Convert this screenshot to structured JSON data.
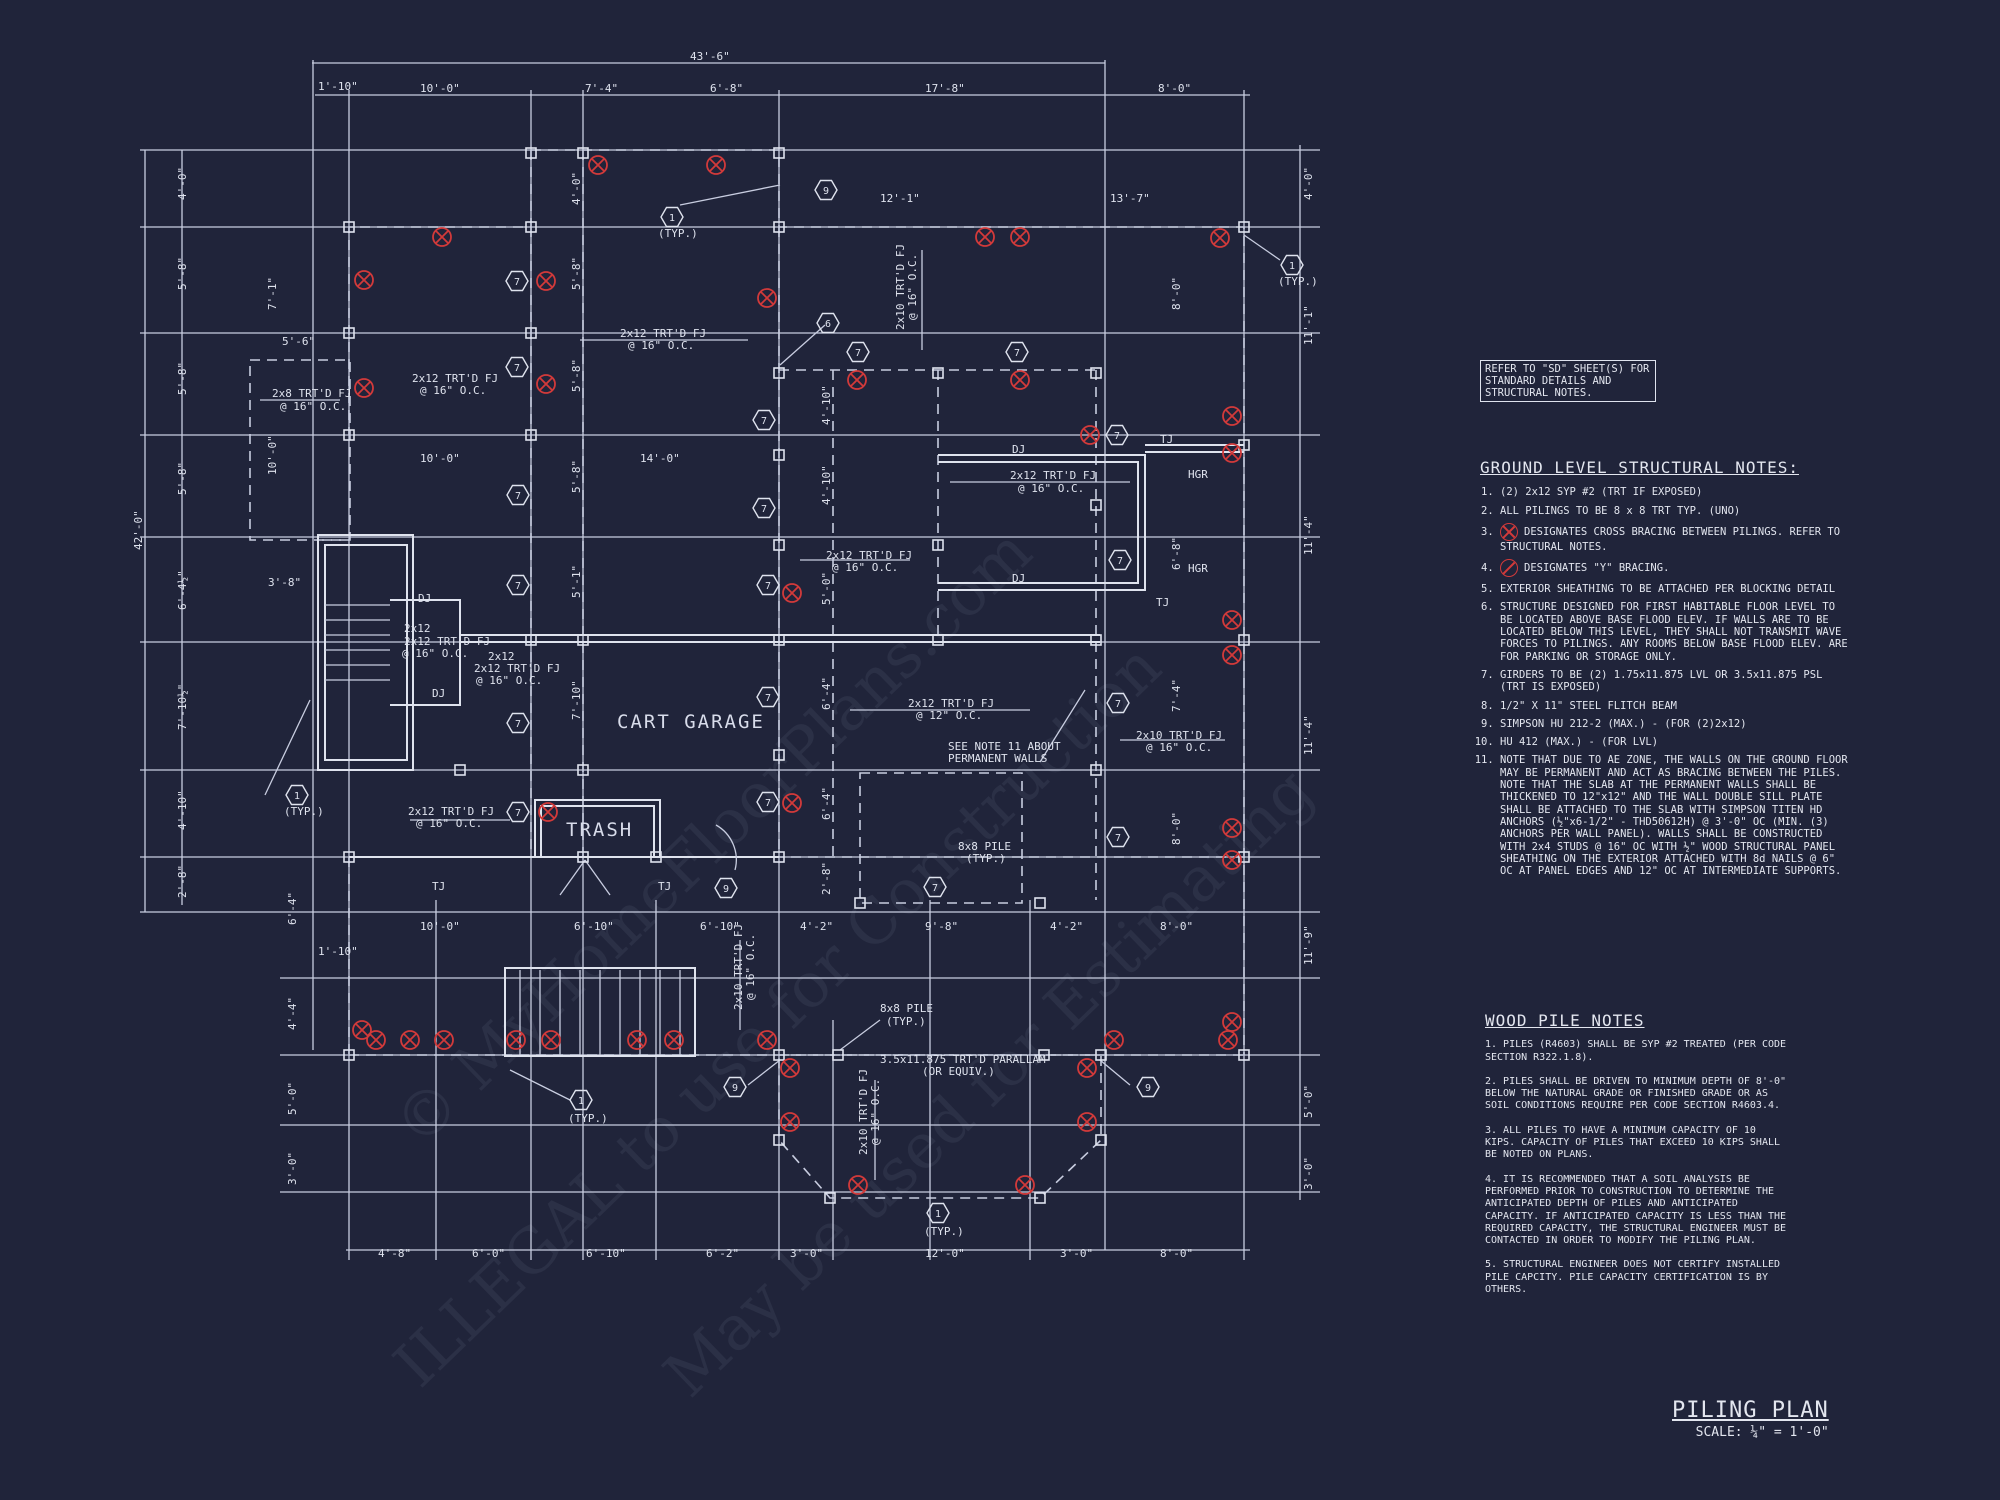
{
  "drawing": {
    "title": "PILING PLAN",
    "scale": "SCALE: ¼\" = 1'-0\""
  },
  "rooms": {
    "cart_garage": "CART GARAGE",
    "trash": "TRASH"
  },
  "dimensions": {
    "overall_top": "43'-6\"",
    "top": [
      "1'-10\"",
      "10'-0\"",
      "7'-4\"",
      "6'-8\"",
      "17'-8\"",
      "8'-0\""
    ],
    "bottom": [
      "4'-8\"",
      "6'-0\"",
      "6'-10\"",
      "6'-2\"",
      "3'-0\"",
      "12'-0\"",
      "3'-0\"",
      "8'-0\""
    ],
    "left": [
      "4'-0\"",
      "5'-8\"",
      "5'-8\"",
      "5'-8\"",
      "6'-4½\"",
      "7'-10½\"",
      "4'-10\"",
      "2'-8\"",
      "6'-4\"",
      "4'-4\"",
      "5'-0\"",
      "3'-0\""
    ],
    "left_overall": "42'-0\"",
    "right": [
      "4'-0\"",
      "11'-1\"",
      "11'-4\"",
      "11'-4\"",
      "11'-9\"",
      "5'-0\"",
      "3'-0\""
    ],
    "interior": [
      "7'-1\"",
      "5'-6\"",
      "10'-0\"",
      "3'-8\"",
      "10'-0\"",
      "14'-0\"",
      "12'-1\"",
      "13'-7\"",
      "4'-0\"",
      "5'-8\"",
      "5'-8\"",
      "5'-8\"",
      "5'-1\"",
      "7'-10\"",
      "8'-0\"",
      "4'-10\"",
      "4'-10\"",
      "5'-0\"",
      "6'-4\"",
      "6'-4\"",
      "2'-8\"",
      "4'-2\"",
      "9'-8\"",
      "4'-2\"",
      "8'-0\"",
      "6'-8\"",
      "7'-4\"",
      "8'-0\"",
      "10'-0\"",
      "6'-10\"",
      "6'-10\"",
      "1'-10\""
    ]
  },
  "labels": {
    "fj_2x12": "2x12 TRT'D FJ",
    "at16": "@ 16\" O.C.",
    "at12": "@ 12\" O.C.",
    "fj_2x8": "2x8 TRT'D FJ",
    "fj_2x10": "2x10 TRT'D FJ",
    "typ": "(TYP.)",
    "pile_8x8": "8x8 PILE",
    "parallam": "3.5x11.875 TRT'D PARALLAM",
    "or_equiv": "(OR EQUIV.)",
    "see_note": "SEE NOTE 11 ABOUT",
    "perm_walls": "PERMANENT WALLS",
    "hgr": "HGR",
    "dj": "DJ",
    "tj": "TJ",
    "x2x12": "2x12"
  },
  "reference_box": "REFER TO \"SD\" SHEET(S) FOR STANDARD DETAILS AND STRUCTURAL NOTES.",
  "structural_notes": {
    "heading": "GROUND LEVEL STRUCTURAL NOTES:",
    "items": [
      "(2) 2x12 SYP #2 (TRT IF EXPOSED)",
      "ALL PILINGS TO BE 8 x 8 TRT TYP. (UNO)",
      "DESIGNATES CROSS BRACING BETWEEN PILINGS. REFER TO STRUCTURAL NOTES.",
      "DESIGNATES \"Y\" BRACING.",
      "EXTERIOR SHEATHING TO BE ATTACHED PER BLOCKING DETAIL",
      "STRUCTURE DESIGNED FOR FIRST HABITABLE FLOOR LEVEL TO BE LOCATED ABOVE BASE FLOOD ELEV. IF WALLS ARE TO BE LOCATED BELOW THIS LEVEL, THEY SHALL NOT TRANSMIT WAVE FORCES TO PILINGS. ANY ROOMS BELOW BASE FLOOD ELEV. ARE FOR PARKING OR STORAGE ONLY.",
      "GIRDERS TO BE (2) 1.75x11.875 LVL OR 3.5x11.875 PSL (TRT IS EXPOSED)",
      "1/2\" X 11\" STEEL FLITCH BEAM",
      "SIMPSON HU 212-2 (MAX.) - (FOR (2)2x12)",
      "HU 412 (MAX.) - (FOR LVL)",
      "NOTE THAT DUE TO AE ZONE, THE WALLS ON THE GROUND FLOOR MAY BE PERMANENT AND ACT AS BRACING BETWEEN THE PILES. NOTE THAT THE SLAB AT THE PERMANENT WALLS SHALL BE THICKENED TO 12\"x12\" AND THE WALL DOUBLE SILL PLATE SHALL BE ATTACHED TO THE SLAB WITH SIMPSON TITEN HD ANCHORS (½\"x6-1/2\" - THD50612H) @ 3'-0\" OC (MIN. (3) ANCHORS PER WALL PANEL). WALLS SHALL BE CONSTRUCTED WITH 2x4 STUDS @ 16\" OC WITH ½\" WOOD STRUCTURAL PANEL SHEATHING ON THE EXTERIOR ATTACHED WITH 8d NAILS @ 6\" OC AT PANEL EDGES AND 12\" OC AT INTERMEDIATE SUPPORTS."
    ]
  },
  "wood_pile_notes": {
    "heading": "WOOD PILE NOTES",
    "items": [
      "1. PILES (R4603) SHALL BE SYP #2 TREATED (PER CODE SECTION R322.1.8).",
      "2. PILES SHALL BE DRIVEN TO MINIMUM DEPTH OF 8'-0\" BELOW THE NATURAL GRADE OR FINISHED GRADE OR AS SOIL CONDITIONS REQUIRE PER CODE SECTION R4603.4.",
      "3. ALL PILES TO HAVE A MINIMUM CAPACITY OF 10 KIPS. CAPACITY OF PILES THAT EXCEED 10 KIPS SHALL BE NOTED ON PLANS.",
      "4. IT IS RECOMMENDED THAT A SOIL ANALYSIS BE PERFORMED PRIOR TO CONSTRUCTION TO DETERMINE THE ANTICIPATED DEPTH OF PILES AND ANTICIPATED CAPACITY. IF ANTICIPATED CAPACITY IS LESS THAN THE REQUIRED CAPACITY, THE STRUCTURAL ENGINEER MUST BE CONTACTED IN ORDER TO MODIFY THE PILING PLAN.",
      "5. STRUCTURAL ENGINEER DOES NOT CERTIFY INSTALLED PILE CAPCITY. PILE CAPACITY CERTIFICATION IS BY OTHERS."
    ]
  },
  "watermark": {
    "line1": "© MyHomeFloorPlans.com",
    "line2": "ILLEGAL to use for Construction",
    "line3": "May be used for Estimating"
  },
  "colors": {
    "background": "#20243a",
    "linework": "#dfe3ee",
    "bracing": "#d23a3a"
  }
}
